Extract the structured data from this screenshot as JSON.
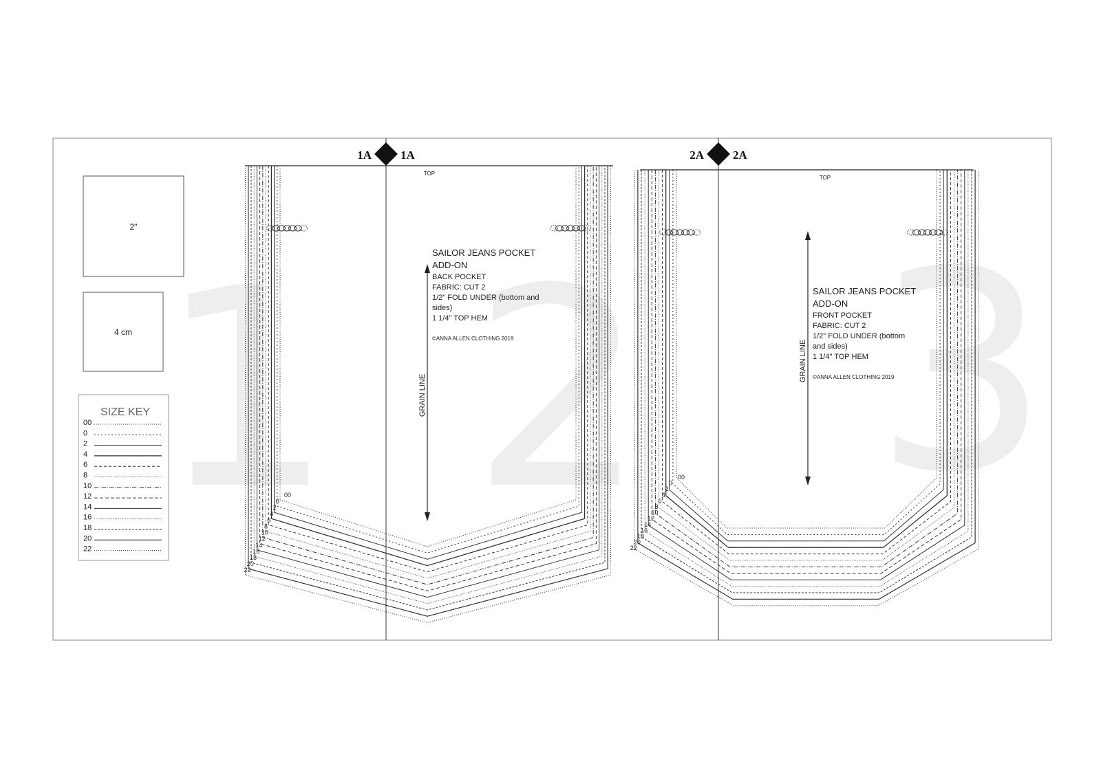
{
  "page_numbers": [
    "1",
    "2",
    "3"
  ],
  "scale_boxes": {
    "inch": "2\"",
    "cm": "4 cm"
  },
  "size_key": {
    "title": "SIZE KEY",
    "sizes": [
      "00",
      "0",
      "2",
      "4",
      "6",
      "8",
      "10",
      "12",
      "14",
      "16",
      "18",
      "20",
      "22"
    ]
  },
  "match_markers": {
    "left": [
      "1A",
      "1A"
    ],
    "right": [
      "2A",
      "2A"
    ]
  },
  "back_pocket": {
    "top_label": "TOP",
    "title": [
      "SAILOR JEANS POCKET",
      "ADD-ON"
    ],
    "lines": [
      "BACK POCKET",
      "FABRIC: CUT 2",
      "1/2\" FOLD UNDER (bottom and",
      "sides)",
      "1 1/4\" TOP HEM"
    ],
    "copyright": "©ANNA ALLEN CLOTHING 2019",
    "grain_line": "GRAIN LINE"
  },
  "front_pocket": {
    "top_label": "TOP",
    "title": [
      "SAILOR JEANS POCKET",
      "ADD-ON"
    ],
    "lines": [
      "FRONT POCKET",
      "FABRIC: CUT 2",
      "1/2\" FOLD UNDER (bottom",
      "and sides)",
      "1 1/4\" TOP HEM"
    ],
    "copyright": "©ANNA ALLEN CLOTHING 2019",
    "grain_line": "GRAIN LINE"
  }
}
